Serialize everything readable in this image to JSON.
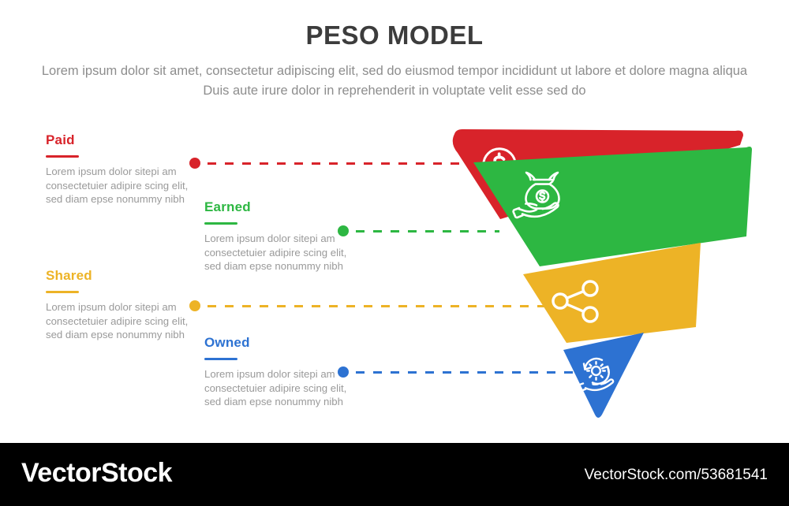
{
  "header": {
    "title": "PESO MODEL",
    "subtitle": "Lorem ipsum dolor sit amet, consectetur adipiscing elit, sed do eiusmod tempor incididunt ut labore et dolore magna aliqua Duis aute irure dolor in reprehenderit in voluptate velit esse sed do"
  },
  "colors": {
    "paid": "#d8232a",
    "earned": "#2db742",
    "shared": "#edb326",
    "owned": "#2d72d2",
    "title": "#3c3c3c",
    "body": "#9a9a9a",
    "footer_bg": "#000000"
  },
  "stages": [
    {
      "key": "paid",
      "title": "Paid",
      "body": "Lorem ipsum dolor sitepi am consectetuier adipire scing elit, sed diam epse nonummy nibh",
      "color": "#d8232a",
      "icon": "dollar-circle-check-icon"
    },
    {
      "key": "earned",
      "title": "Earned",
      "body": "Lorem ipsum dolor sitepi am consectetuier adipire scing elit, sed diam epse nonummy nibh",
      "color": "#2db742",
      "icon": "money-bag-hand-icon"
    },
    {
      "key": "shared",
      "title": "Shared",
      "body": "Lorem ipsum dolor sitepi am consectetuier adipire scing elit, sed diam epse nonummy nibh",
      "color": "#edb326",
      "icon": "share-network-icon"
    },
    {
      "key": "owned",
      "title": "Owned",
      "body": "Lorem ipsum dolor sitepi am consectetuier adipire scing elit, sed diam epse nonummy nibh",
      "color": "#2d72d2",
      "icon": "gear-refresh-hand-icon"
    }
  ],
  "footer": {
    "brand": "VectorStock",
    "url": "VectorStock.com/53681541"
  }
}
